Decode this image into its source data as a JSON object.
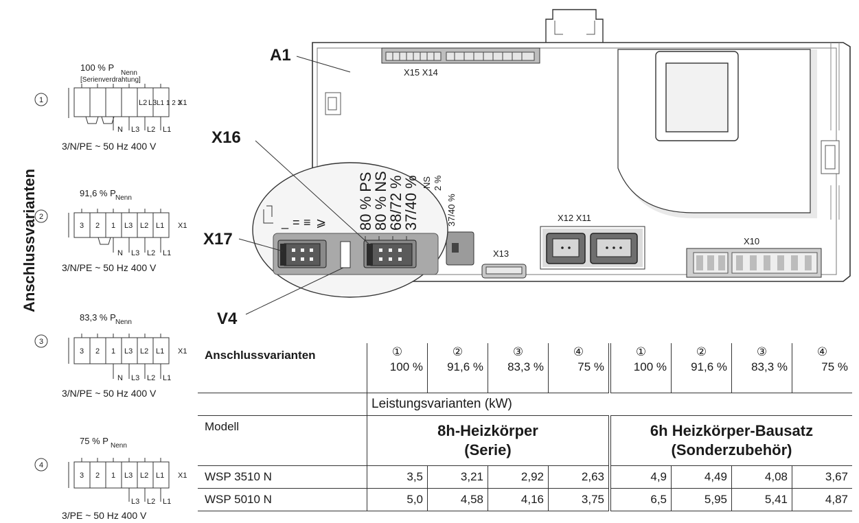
{
  "side_label": "Anschlussvarianten",
  "variants": [
    {
      "num": "1",
      "title": "100 % P",
      "sub": "Nenn",
      "note": "[Serienverdrahtung]",
      "terminals": [
        "",
        "",
        "",
        "",
        "L2",
        "L3",
        "L1 1 2 3"
      ],
      "terminal_id": "X1",
      "bottom": [
        "N",
        "L3",
        "L2",
        "L1"
      ],
      "supply": "3/N/PE ~ 50 Hz 400 V"
    },
    {
      "num": "2",
      "title": "91,6 % P",
      "sub": "Nenn",
      "note": "",
      "terminals": [
        "3",
        "2",
        "1",
        "L3",
        "L2",
        "L1"
      ],
      "terminal_id": "X1",
      "bottom": [
        "N",
        "L3",
        "L2",
        "L1"
      ],
      "supply": "3/N/PE ~ 50 Hz 400 V"
    },
    {
      "num": "3",
      "title": "83,3 % P",
      "sub": "Nenn",
      "note": "",
      "terminals": [
        "3",
        "2",
        "1",
        "L3",
        "L2",
        "L1"
      ],
      "terminal_id": "X1",
      "bottom": [
        "N",
        "L3",
        "L2",
        "L1"
      ],
      "supply": "3/N/PE ~ 50 Hz 400 V"
    },
    {
      "num": "4",
      "title": "75 % P",
      "sub": "Nenn",
      "note": "",
      "terminals": [
        "3",
        "2",
        "1",
        "L3",
        "L2",
        "L1"
      ],
      "terminal_id": "X1",
      "bottom": [
        "L3",
        "L2",
        "L1"
      ],
      "supply": "3/PE ~ 50 Hz 400 V"
    }
  ],
  "board": {
    "a1": "A1",
    "x16": "X16",
    "x17": "X17",
    "v4": "V4",
    "x15x14": "X15 X14",
    "x12x11": "X12 X11",
    "x13": "X13",
    "x10": "X10",
    "jumper_labels": [
      "80 % PS",
      "80 % NS",
      "68/72 %",
      "37/40 %"
    ],
    "jumper_labels_small": [
      "NS",
      "2 %",
      "37/40 %"
    ],
    "x17_symbols": [
      "_",
      "=",
      "≡",
      "⩾"
    ]
  },
  "table": {
    "header_label": "Anschlussvarianten",
    "cols": [
      {
        "num": "①",
        "pct": "100 %"
      },
      {
        "num": "②",
        "pct": "91,6 %"
      },
      {
        "num": "③",
        "pct": "83,3 %"
      },
      {
        "num": "④",
        "pct": "75 %"
      },
      {
        "num": "①",
        "pct": "100 %"
      },
      {
        "num": "②",
        "pct": "91,6 %"
      },
      {
        "num": "③",
        "pct": "83,3 %"
      },
      {
        "num": "④",
        "pct": "75 %"
      }
    ],
    "power_variants": "Leistungsvarianten (kW)",
    "model_label": "Modell",
    "group1_line1": "8h-Heizkörper",
    "group1_line2": "(Serie)",
    "group2_line1": "6h Heizkörper-Bausatz",
    "group2_line2": "(Sonderzubehör)",
    "rows": [
      {
        "model": "WSP 3510 N",
        "values": [
          "3,5",
          "3,21",
          "2,92",
          "2,63",
          "4,9",
          "4,49",
          "4,08",
          "3,67"
        ]
      },
      {
        "model": "WSP 5010 N",
        "values": [
          "5,0",
          "4,58",
          "4,16",
          "3,75",
          "6,5",
          "5,95",
          "5,41",
          "4,87"
        ]
      }
    ]
  }
}
